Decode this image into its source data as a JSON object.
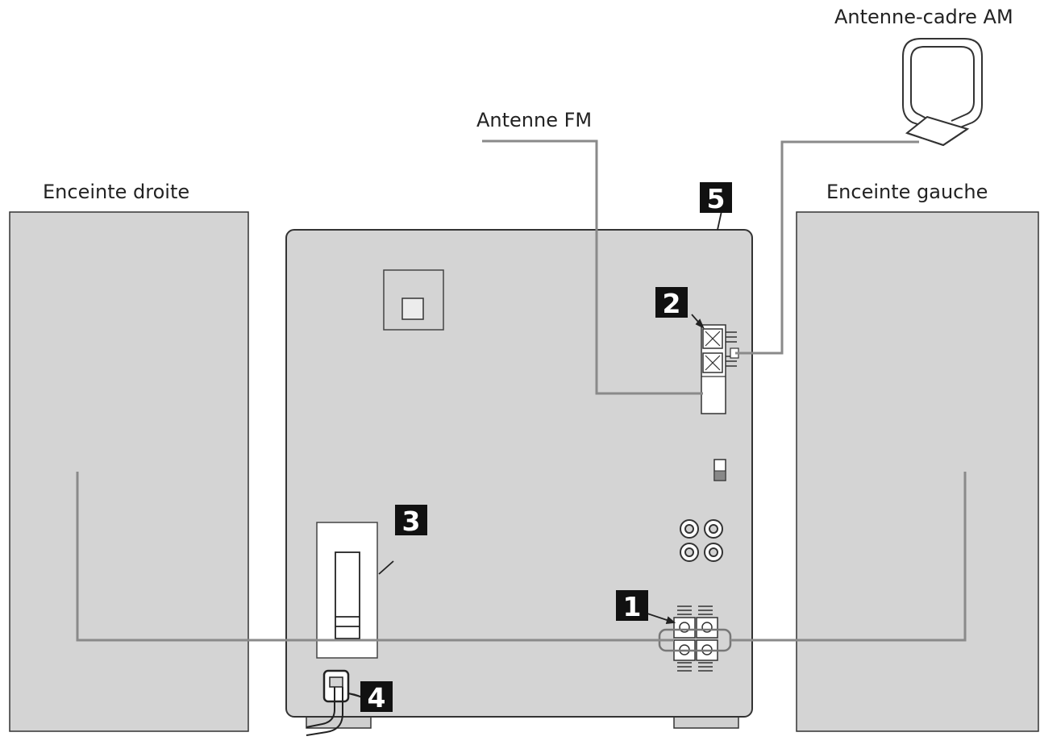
{
  "labels": {
    "am_antenna": "Antenne-cadre AM",
    "fm_antenna": "Antenne FM",
    "right_speaker": "Enceinte droite",
    "left_speaker": "Enceinte gauche"
  },
  "callouts": {
    "c1": "1",
    "c2": "2",
    "c3": "3",
    "c4": "4",
    "c5": "5"
  },
  "colors": {
    "panel_fill": "#d4d4d4",
    "panel_stroke": "#333333",
    "wire": "#8a8a8a",
    "callout_bg": "#111111",
    "callout_text": "#ffffff"
  }
}
